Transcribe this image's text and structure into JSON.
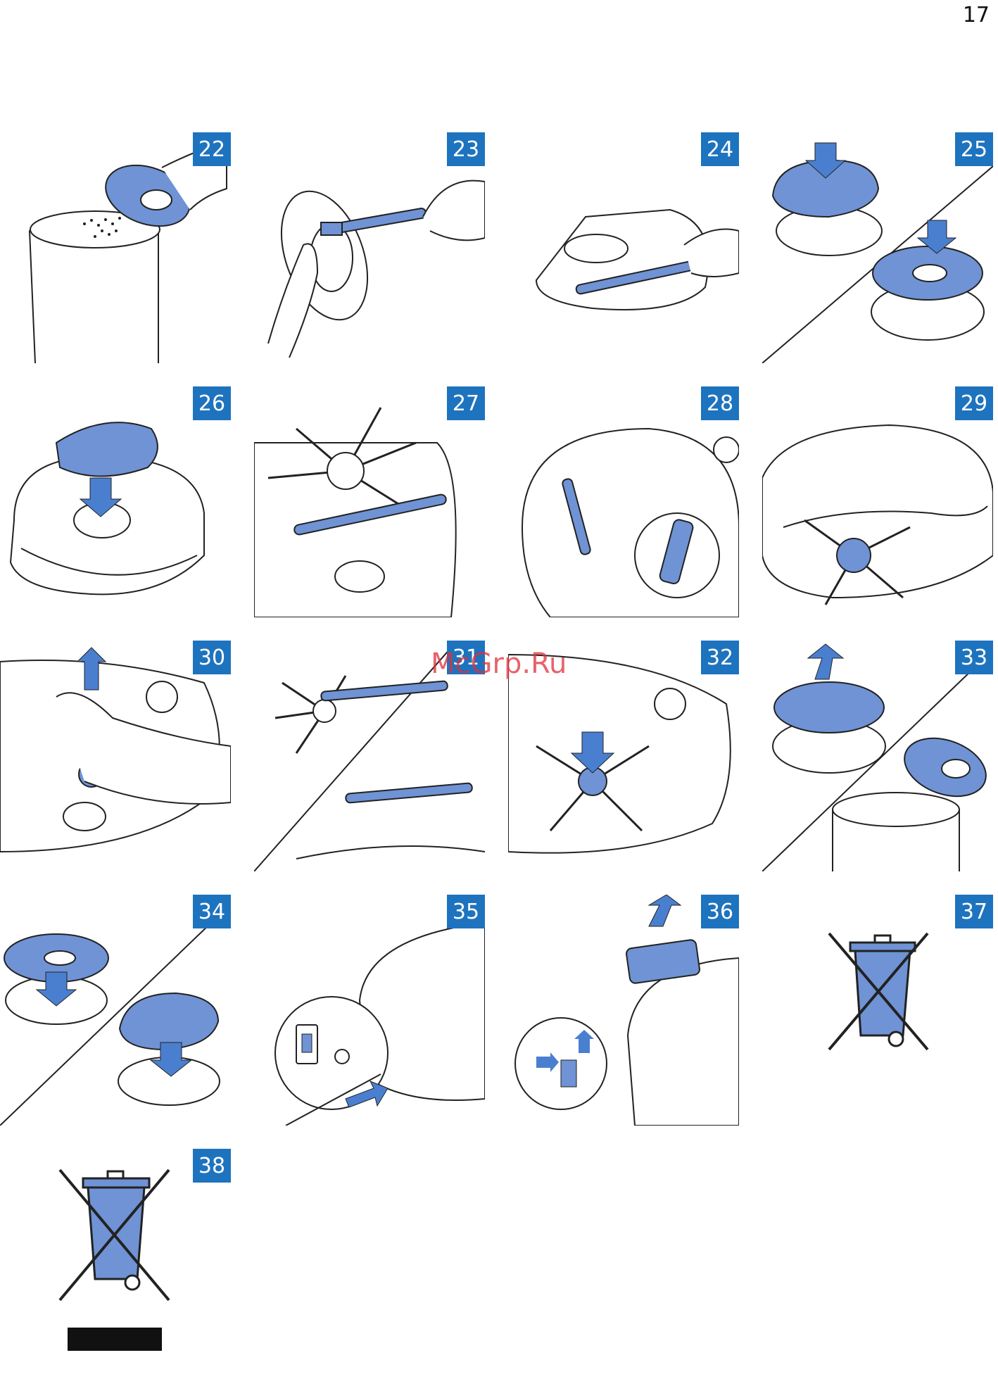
{
  "page": {
    "number": "17",
    "watermark": "McGrp.Ru"
  },
  "colors": {
    "accent": "#1e73be",
    "illustration_blue": "#6f93d4",
    "line": "#222222"
  },
  "steps": [
    {
      "number": "22",
      "icon": "empty-dust-bin-into-trash-icon"
    },
    {
      "number": "23",
      "icon": "brush-dust-container-icon"
    },
    {
      "number": "24",
      "icon": "brush-filter-holder-icon"
    },
    {
      "number": "25",
      "icon": "remove-filters-icon"
    },
    {
      "number": "26",
      "icon": "insert-dust-container-icon"
    },
    {
      "number": "27",
      "icon": "clean-side-brush-icon"
    },
    {
      "number": "28",
      "icon": "clean-wheel-icon"
    },
    {
      "number": "29",
      "icon": "pull-side-brush-icon"
    },
    {
      "number": "30",
      "icon": "remove-side-brush-icon"
    },
    {
      "number": "31",
      "icon": "clean-brush-shaft-icon"
    },
    {
      "number": "32",
      "icon": "reattach-side-brush-icon"
    },
    {
      "number": "33",
      "icon": "empty-dust-container-icon"
    },
    {
      "number": "34",
      "icon": "reinsert-filters-icon"
    },
    {
      "number": "35",
      "icon": "switch-off-unplug-icon"
    },
    {
      "number": "36",
      "icon": "remove-battery-icon"
    },
    {
      "number": "37",
      "icon": "crossed-out-wheelie-bin-icon"
    },
    {
      "number": "38",
      "icon": "crossed-out-wheelie-bin-bar-icon"
    }
  ]
}
